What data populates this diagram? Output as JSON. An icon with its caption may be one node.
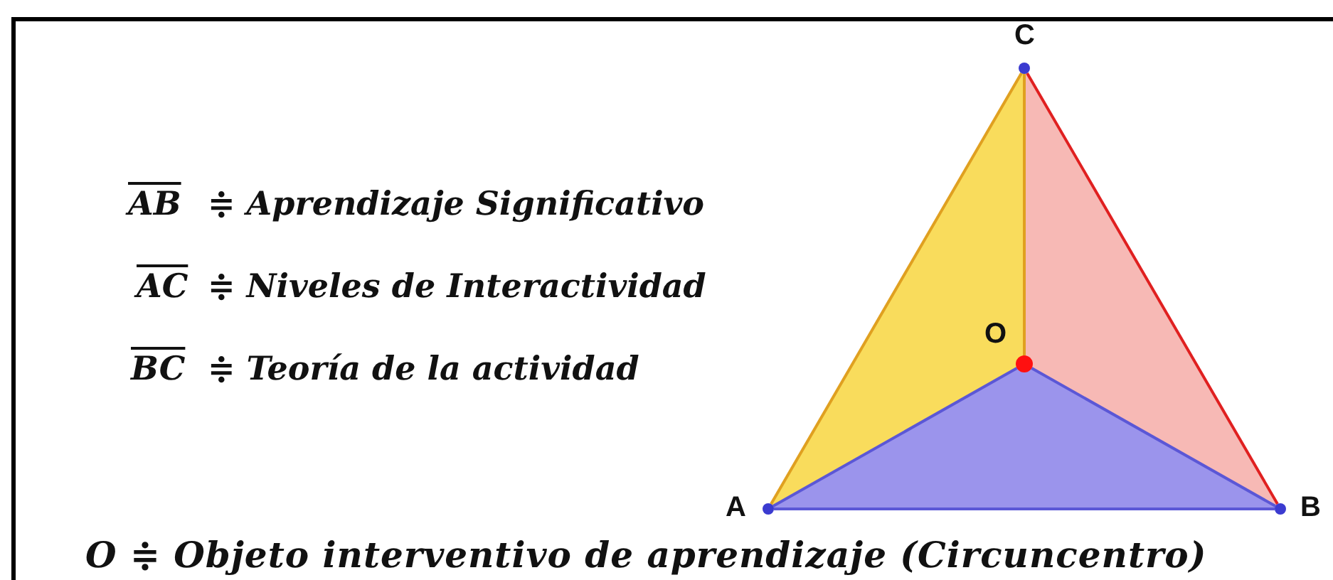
{
  "diagram": {
    "nodes": [
      {
        "text": [
          "C"
        ]
      },
      {
        "text": [
          "O"
        ]
      },
      {
        "text": [
          "A"
        ]
      },
      {
        "text": [
          "B"
        ]
      }
    ],
    "edges": [
      {
        "from": 2,
        "to": 3,
        "arrow": "none",
        "color": "#5b57d6"
      },
      {
        "from": 2,
        "to": 0,
        "arrow": "none",
        "color": "#e0a020"
      },
      {
        "from": 3,
        "to": 0,
        "arrow": "none",
        "color": "#e02020"
      },
      {
        "from": 1,
        "to": 0,
        "arrow": "none",
        "color": "#e0a020"
      },
      {
        "from": 1,
        "to": 2,
        "arrow": "none",
        "color": "#5b57d6"
      },
      {
        "from": 1,
        "to": 3,
        "arrow": "none",
        "color": "#5b57d6"
      }
    ],
    "labels": [
      "AB",
      "≑ Aprendizaje Significativo",
      "AC",
      "≑ Niveles de Interactividad",
      "BC",
      "≑ Teoría de la actividad",
      "O ≑ Objeto interventivo de aprendizaje (Circuncentro)"
    ]
  }
}
